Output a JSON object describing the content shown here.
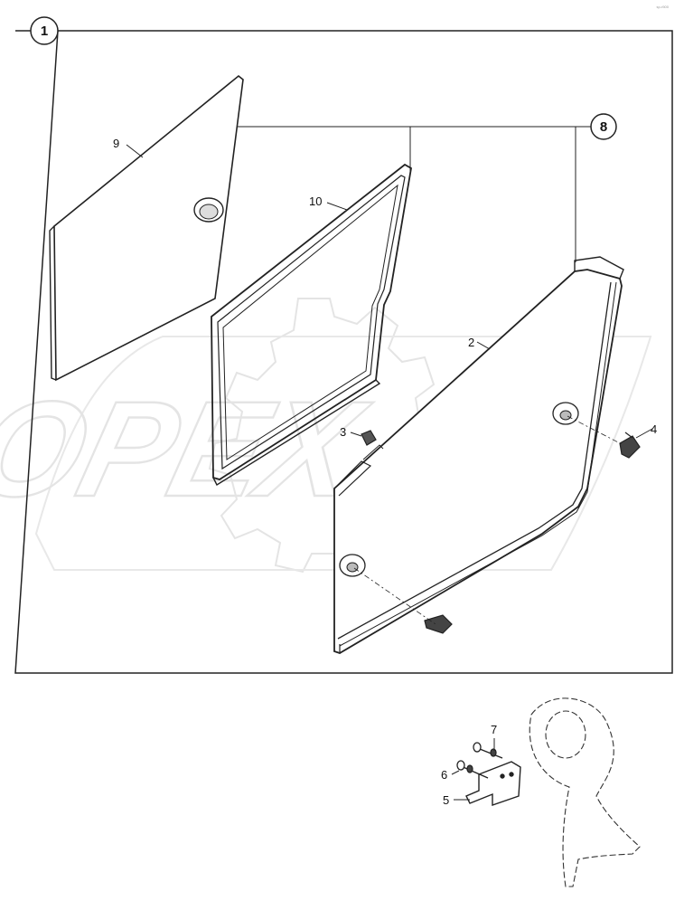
{
  "diagram": {
    "group_label": "1",
    "assembly_label": "8",
    "watermark": "OPEX",
    "corner_mark": "sp-r500",
    "parts": {
      "p2": "2",
      "p3": "3",
      "p4": "4",
      "p5": "5",
      "p6": "6",
      "p7": "7",
      "p9": "9",
      "p10": "10"
    }
  }
}
